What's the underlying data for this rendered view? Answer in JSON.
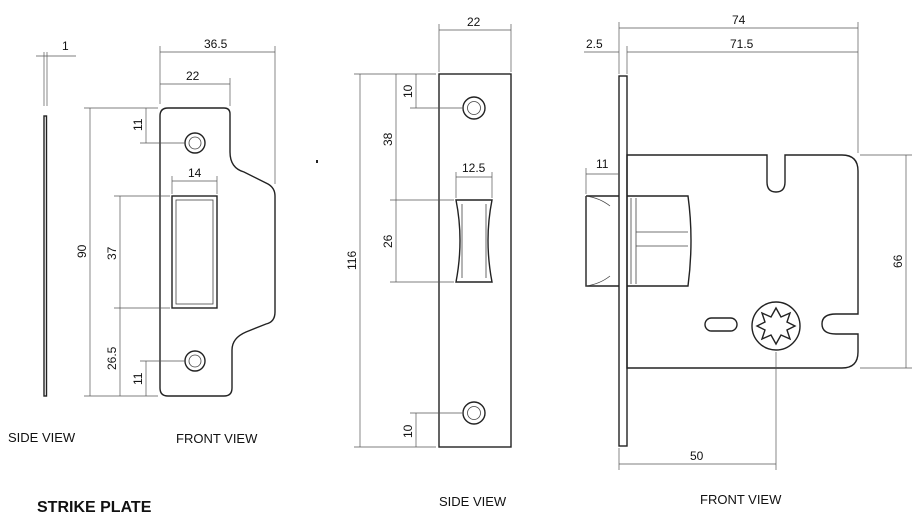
{
  "title": "STRIKE PLATE",
  "captions": {
    "strike_side": "SIDE VIEW",
    "strike_front": "FRONT VIEW",
    "latch_side": "SIDE VIEW",
    "latch_front": "FRONT VIEW"
  },
  "dimensions": {
    "strike_thickness": "1",
    "strike_total_width": "36.5",
    "strike_plate_width": "22",
    "strike_top_hole": "11",
    "strike_slot_width": "14",
    "strike_height": "90",
    "strike_slot_height": "37",
    "strike_slot_bottom": "26.5",
    "strike_bottom_hole": "11",
    "latch_plate_width": "22",
    "latch_top_hole": "10",
    "latch_to_latch": "38",
    "latch_width": "12.5",
    "latch_height": "26",
    "latch_total_height": "116",
    "latch_bottom_hole": "10",
    "body_total_depth": "74",
    "faceplate_thickness": "2.5",
    "body_depth": "71.5",
    "latch_projection": "11",
    "body_height": "66",
    "backset": "50"
  }
}
